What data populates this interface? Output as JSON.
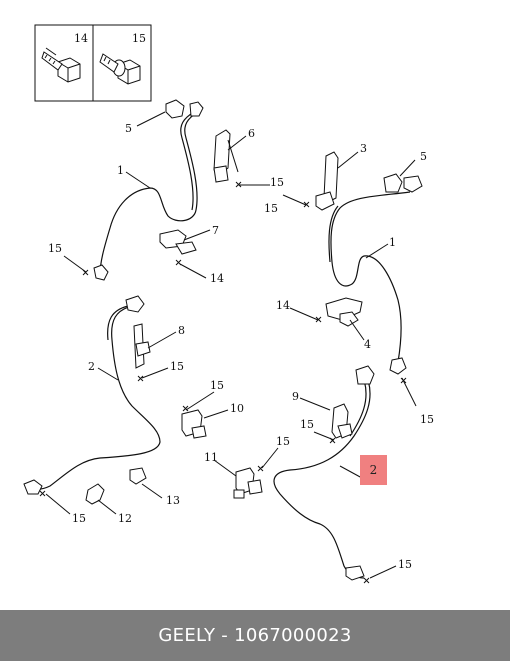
{
  "fastener_box": {
    "left_label": "14",
    "right_label": "15"
  },
  "callouts": [
    {
      "id": "c5a",
      "label": "5"
    },
    {
      "id": "c6",
      "label": "6"
    },
    {
      "id": "c3",
      "label": "3"
    },
    {
      "id": "c5b",
      "label": "5"
    },
    {
      "id": "c1a",
      "label": "1"
    },
    {
      "id": "c15a",
      "label": "15"
    },
    {
      "id": "c15b",
      "label": "15"
    },
    {
      "id": "c7",
      "label": "7"
    },
    {
      "id": "c15c",
      "label": "15"
    },
    {
      "id": "c14a",
      "label": "14"
    },
    {
      "id": "c1b",
      "label": "1"
    },
    {
      "id": "c14b",
      "label": "14"
    },
    {
      "id": "c8",
      "label": "8"
    },
    {
      "id": "c4",
      "label": "4"
    },
    {
      "id": "c2a",
      "label": "2"
    },
    {
      "id": "c15d",
      "label": "15"
    },
    {
      "id": "c15e",
      "label": "15"
    },
    {
      "id": "c9",
      "label": "9"
    },
    {
      "id": "c10",
      "label": "10"
    },
    {
      "id": "c15f",
      "label": "15"
    },
    {
      "id": "c15g",
      "label": "15"
    },
    {
      "id": "c15h",
      "label": "15"
    },
    {
      "id": "c11",
      "label": "11"
    },
    {
      "id": "c13",
      "label": "13"
    },
    {
      "id": "c15i",
      "label": "15"
    },
    {
      "id": "c12",
      "label": "12"
    },
    {
      "id": "c15j",
      "label": "15"
    }
  ],
  "highlighted_callout": "2",
  "footer": "GEELY - 1067000023"
}
